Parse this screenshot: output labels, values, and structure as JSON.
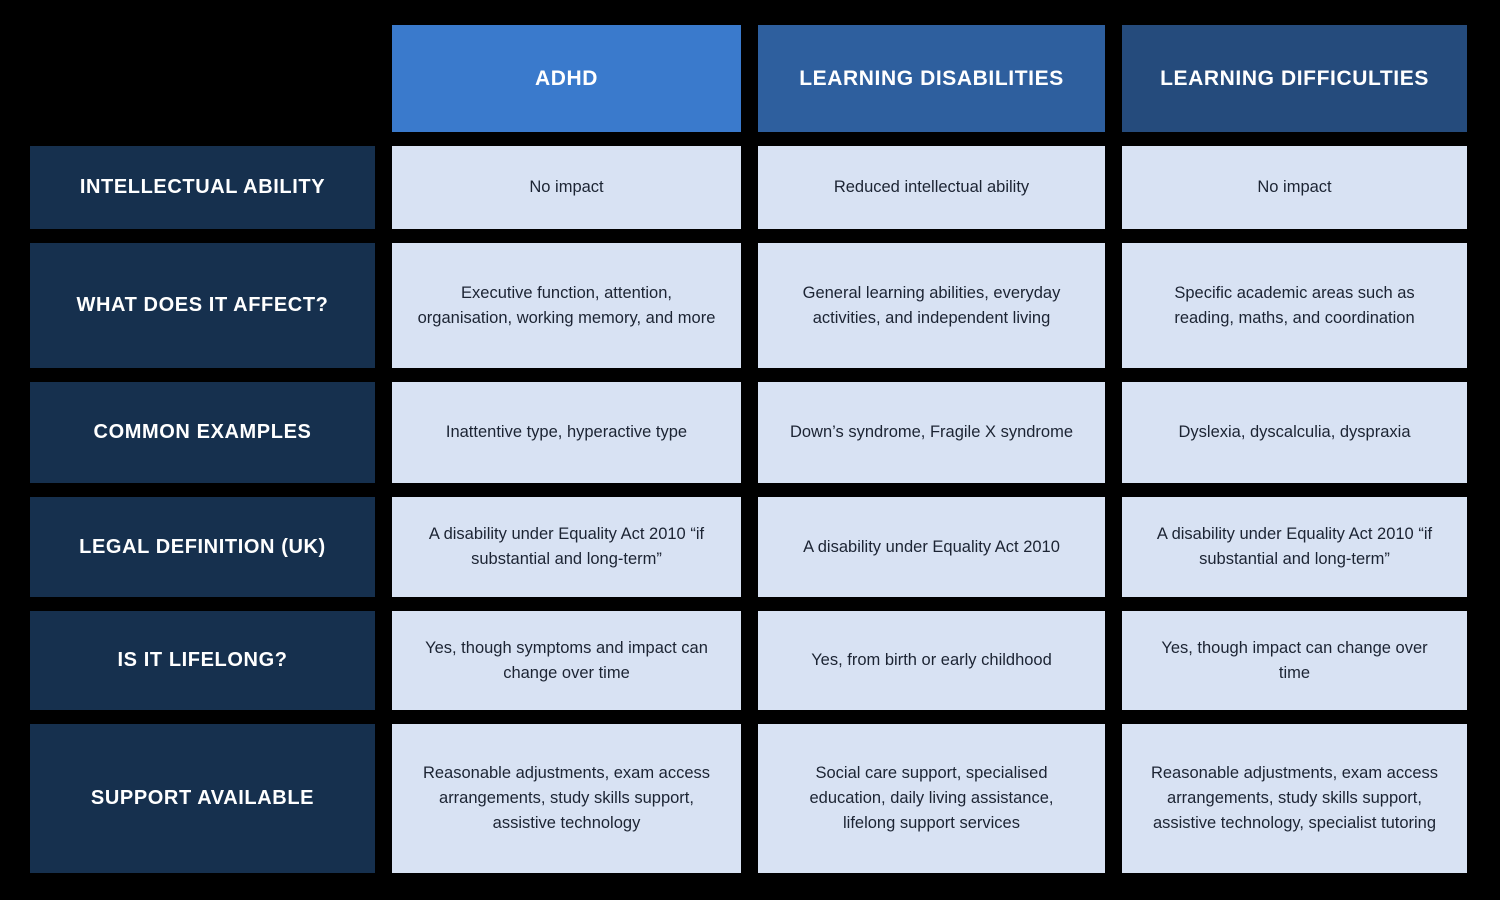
{
  "chart_data": {
    "type": "table",
    "columns": [
      {
        "label": "ADHD",
        "header_color": "#3a7acc"
      },
      {
        "label": "LEARNING DISABILITIES",
        "header_color": "#2e5f9e"
      },
      {
        "label": "LEARNING DIFFICULTIES",
        "header_color": "#254b7c"
      }
    ],
    "rows": [
      {
        "label": "INTELLECTUAL ABILITY",
        "cells": [
          "No impact",
          "Reduced intellectual ability",
          "No impact"
        ]
      },
      {
        "label": "WHAT DOES IT AFFECT?",
        "cells": [
          "Executive function, attention, organisation, working memory, and more",
          "General learning abilities, everyday activities, and independent living",
          "Specific academic areas such as reading, maths, and coordination"
        ]
      },
      {
        "label": "COMMON EXAMPLES",
        "cells": [
          "Inattentive type, hyperactive type",
          "Down’s syndrome, Fragile X syndrome",
          "Dyslexia, dyscalculia, dyspraxia"
        ]
      },
      {
        "label": "LEGAL DEFINITION (UK)",
        "cells": [
          "A disability under Equality Act 2010 “if substantial and long-term”",
          "A disability under Equality Act 2010",
          "A disability under Equality Act 2010 “if substantial and long-term”"
        ]
      },
      {
        "label": "IS IT LIFELONG?",
        "cells": [
          "Yes, though symptoms and impact can change over time",
          "Yes, from birth or early childhood",
          "Yes, though impact can change over time"
        ]
      },
      {
        "label": "SUPPORT AVAILABLE",
        "cells": [
          "Reasonable adjustments, exam access arrangements, study skills support, assistive technology",
          "Social care support, specialised education, daily living assistance, lifelong support services",
          "Reasonable adjustments, exam access arrangements, study skills support, assistive technology, specialist tutoring"
        ]
      }
    ]
  },
  "colors": {
    "background": "#000000",
    "column_header_adhd": "#3a7acc",
    "column_header_learning_disabilities": "#2e5f9e",
    "column_header_learning_difficulties": "#254b7c",
    "row_header_bg": "#16304e",
    "cell_bg": "#d8e2f3",
    "cell_text": "#1c2433",
    "header_text": "#ffffff"
  }
}
